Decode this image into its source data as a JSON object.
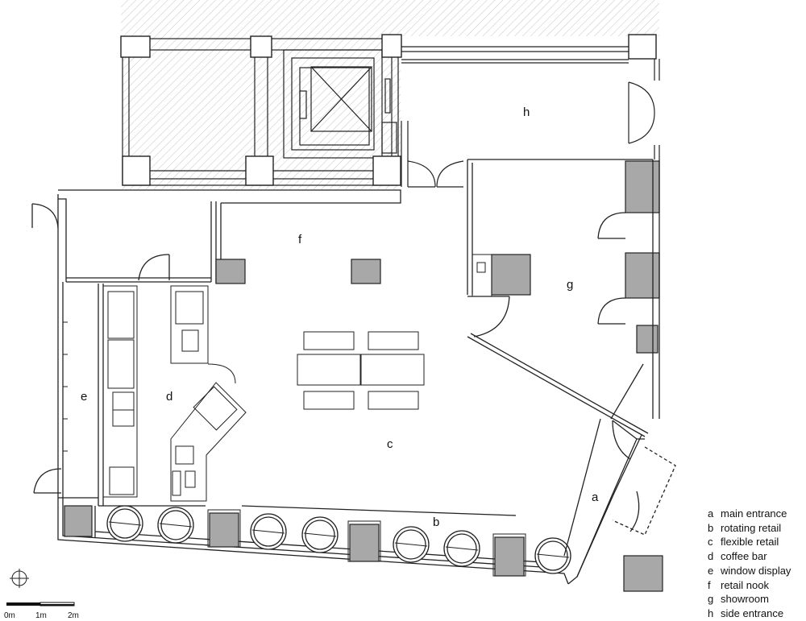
{
  "rooms": {
    "a": "a",
    "b": "b",
    "c": "c",
    "d": "d",
    "e": "e",
    "f": "f",
    "g": "g",
    "h": "h"
  },
  "legend": [
    {
      "key": "a",
      "label": "main entrance"
    },
    {
      "key": "b",
      "label": "rotating retail"
    },
    {
      "key": "c",
      "label": "flexible retail"
    },
    {
      "key": "d",
      "label": "coffee bar"
    },
    {
      "key": "e",
      "label": "window display"
    },
    {
      "key": "f",
      "label": "retail nook"
    },
    {
      "key": "g",
      "label": "showroom"
    },
    {
      "key": "h",
      "label": "side entrance"
    }
  ],
  "scale": {
    "t0": "0m",
    "t1": "1m",
    "t2": "2m"
  },
  "colors": {
    "wall": "#222222",
    "fill": "#a8a8a8",
    "hatch": "#bdbdbd"
  }
}
